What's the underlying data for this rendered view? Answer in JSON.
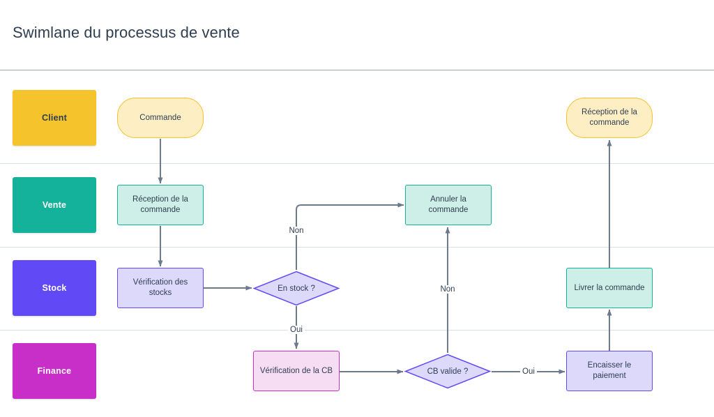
{
  "header": {
    "title": "Swimlane du processus de vente"
  },
  "palette": {
    "arrow": "#6b7a8d",
    "text": "#2e3e50",
    "lane_divider": "#d6dde6",
    "header_divider": "#9aa7bb",
    "client_chip_bg": "#f5c32c",
    "client_chip_text": "#2e3e50",
    "vente_chip_bg": "#14b19b",
    "vente_chip_text": "#ffffff",
    "stock_chip_bg": "#6149f6",
    "stock_chip_text": "#ffffff",
    "finance_chip_bg": "#c72fc8",
    "finance_chip_text": "#ffffff",
    "yellow_node_bg": "#fdeec4",
    "yellow_node_border": "#f5c32c",
    "teal_node_bg": "#cdefe7",
    "teal_node_border": "#14b19b",
    "purple_node_bg": "#ddd9fb",
    "purple_node_border": "#6149f6",
    "pink_node_bg": "#f7ddf4",
    "pink_node_border": "#c72fc8"
  },
  "lanes": [
    {
      "id": "client",
      "label": "Client"
    },
    {
      "id": "vente",
      "label": "Vente"
    },
    {
      "id": "stock",
      "label": "Stock"
    },
    {
      "id": "finance",
      "label": "Finance"
    }
  ],
  "nodes": [
    {
      "id": "commande",
      "label": "Commande",
      "lane": "client",
      "shape": "round"
    },
    {
      "id": "reception-finale",
      "label": "Réception de la commande",
      "lane": "client",
      "shape": "round"
    },
    {
      "id": "reception-commande",
      "label": "Réception de la commande",
      "lane": "vente",
      "shape": "rect"
    },
    {
      "id": "annuler-commande",
      "label": "Annuler la commande",
      "lane": "vente",
      "shape": "rect"
    },
    {
      "id": "verification-stocks",
      "label": "Vérification des stocks",
      "lane": "stock",
      "shape": "rect"
    },
    {
      "id": "en-stock",
      "label": "En stock ?",
      "lane": "stock",
      "shape": "diamond"
    },
    {
      "id": "livrer-commande",
      "label": "Livrer la commande",
      "lane": "stock",
      "shape": "rect"
    },
    {
      "id": "verification-cb",
      "label": "Vérification de la CB",
      "lane": "finance",
      "shape": "rect"
    },
    {
      "id": "cb-valide",
      "label": "CB valide ?",
      "lane": "finance",
      "shape": "diamond"
    },
    {
      "id": "encaisser-paiement",
      "label": "Encaisser le paiement",
      "lane": "finance",
      "shape": "rect"
    }
  ],
  "edges": [
    {
      "from": "commande",
      "to": "reception-commande",
      "label": ""
    },
    {
      "from": "reception-commande",
      "to": "verification-stocks",
      "label": ""
    },
    {
      "from": "verification-stocks",
      "to": "en-stock",
      "label": ""
    },
    {
      "from": "en-stock",
      "to": "annuler-commande",
      "label": "Non"
    },
    {
      "from": "en-stock",
      "to": "verification-cb",
      "label": "Oui"
    },
    {
      "from": "verification-cb",
      "to": "cb-valide",
      "label": ""
    },
    {
      "from": "cb-valide",
      "to": "annuler-commande",
      "label": "Non"
    },
    {
      "from": "cb-valide",
      "to": "encaisser-paiement",
      "label": "Oui"
    },
    {
      "from": "encaisser-paiement",
      "to": "livrer-commande",
      "label": ""
    },
    {
      "from": "livrer-commande",
      "to": "reception-finale",
      "label": ""
    }
  ],
  "edge_labels": {
    "en_stock_non": "Non",
    "en_stock_oui": "Oui",
    "cb_valide_non": "Non",
    "cb_valide_oui": "Oui"
  }
}
